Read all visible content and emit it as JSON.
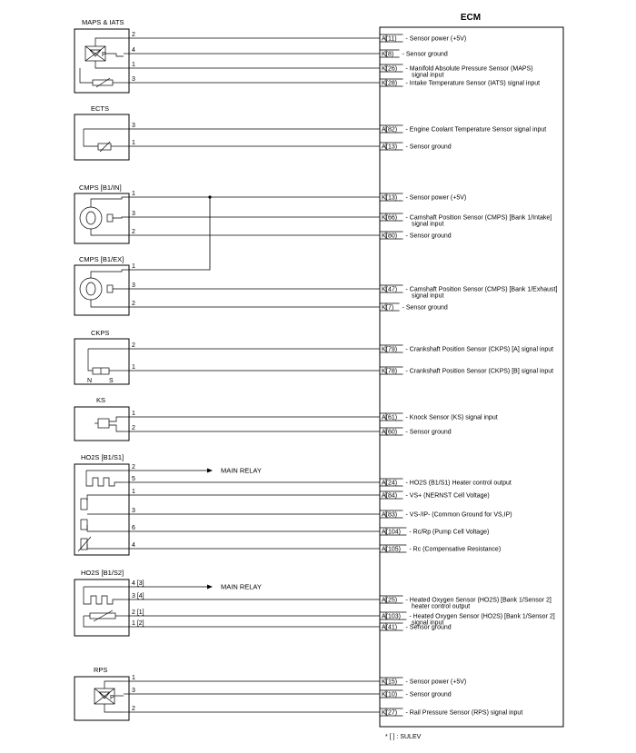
{
  "ecm": {
    "title": "ECM"
  },
  "footnote": "* [ ] : SULEV",
  "sensors": [
    {
      "id": "maps",
      "title": "MAPS & IATS",
      "pins": [
        {
          "num": "2",
          "code": "A(11)",
          "desc": [
            "- Sensor power (+5V)"
          ]
        },
        {
          "num": "4",
          "code": "K(8)",
          "desc": [
            "- Sensor ground"
          ]
        },
        {
          "num": "1",
          "code": "K(26)",
          "desc": [
            "- Manifold Absolute Pressure Sensor (MAPS)",
            "signal input"
          ]
        },
        {
          "num": "3",
          "code": "K(28)",
          "desc": [
            "- Intake Temperature Sensor (IATS) signal input"
          ]
        }
      ]
    },
    {
      "id": "ects",
      "title": "ECTS",
      "pins": [
        {
          "num": "3",
          "code": "A(82)",
          "desc": [
            "- Engine Coolant Temperature Sensor signal input"
          ]
        },
        {
          "num": "1",
          "code": "A(13)",
          "desc": [
            "- Sensor ground"
          ]
        }
      ]
    },
    {
      "id": "cmps_in",
      "title": "CMPS [B1/IN]",
      "pins": [
        {
          "num": "1",
          "code": "K(13)",
          "desc": [
            "- Sensor power (+5V)"
          ]
        },
        {
          "num": "3",
          "code": "K(66)",
          "desc": [
            "- Camshaft Position Sensor (CMPS) [Bank 1/Intake]",
            "signal input"
          ]
        },
        {
          "num": "2",
          "code": "K(80)",
          "desc": [
            "- Sensor ground"
          ]
        }
      ]
    },
    {
      "id": "cmps_ex",
      "title": "CMPS [B1/EX]",
      "pins": [
        {
          "num": "1",
          "code": "",
          "desc": []
        },
        {
          "num": "3",
          "code": "K(47)",
          "desc": [
            "- Camshaft Position Sensor (CMPS) [Bank 1/Exhaust]",
            "signal input"
          ]
        },
        {
          "num": "2",
          "code": "K(7)",
          "desc": [
            "- Sensor ground"
          ]
        }
      ]
    },
    {
      "id": "ckps",
      "title": "CKPS",
      "poles": [
        "N",
        "S"
      ],
      "pins": [
        {
          "num": "2",
          "code": "K(79)",
          "desc": [
            "- Crankshaft Position Sensor (CKPS) [A] signal input"
          ]
        },
        {
          "num": "1",
          "code": "K(78)",
          "desc": [
            "- Crankshaft Position Sensor (CKPS) [B] signal input"
          ]
        }
      ]
    },
    {
      "id": "ks",
      "title": "KS",
      "pins": [
        {
          "num": "1",
          "code": "A(61)",
          "desc": [
            "- Knock Sensor (KS) signal input"
          ]
        },
        {
          "num": "2",
          "code": "A(60)",
          "desc": [
            "- Sensor ground"
          ]
        }
      ]
    },
    {
      "id": "ho2s1",
      "title": "HO2S [B1/S1]",
      "pins": [
        {
          "num": "2",
          "code": "",
          "desc": [],
          "relay": "MAIN RELAY"
        },
        {
          "num": "5",
          "code": "A(24)",
          "desc": [
            "- HO2S (B1/S1) Heater control output"
          ]
        },
        {
          "num": "1",
          "code": "A(84)",
          "desc": [
            "- VS+ (NERNST Cell Voltage)"
          ]
        },
        {
          "num": "3",
          "code": "A(83)",
          "desc": [
            "- VS-/IP- (Common Ground for VS,IP)"
          ]
        },
        {
          "num": "6",
          "code": "A(104)",
          "desc": [
            "- Rc/Rp (Pump Cell Voltage)"
          ]
        },
        {
          "num": "4",
          "code": "A(105)",
          "desc": [
            "- Rc (Compensative Resistance)"
          ]
        }
      ]
    },
    {
      "id": "ho2s2",
      "title": "HO2S [B1/S2]",
      "pins": [
        {
          "num": "4 [3]",
          "code": "",
          "desc": [],
          "relay": "MAIN RELAY"
        },
        {
          "num": "3 [4]",
          "code": "A(25)",
          "desc": [
            "- Heated Oxygen Sensor (HO2S) [Bank 1/Sensor 2]",
            "heater control output"
          ]
        },
        {
          "num": "2 [1]",
          "code": "A(103)",
          "desc": [
            "- Heated Oxygen Sensor (HO2S) [Bank 1/Sensor 2]",
            "signal input"
          ]
        },
        {
          "num": "1 [2]",
          "code": "A(41)",
          "desc": [
            "- Sensor ground"
          ]
        }
      ]
    },
    {
      "id": "rps",
      "title": "RPS",
      "pins": [
        {
          "num": "1",
          "code": "K(15)",
          "desc": [
            "-  Sensor power (+5V)"
          ]
        },
        {
          "num": "3",
          "code": "K(10)",
          "desc": [
            "- Sensor ground"
          ]
        },
        {
          "num": "2",
          "code": "K(27)",
          "desc": [
            "- Rail Pressure Sensor (RPS) signal input"
          ]
        }
      ]
    }
  ]
}
